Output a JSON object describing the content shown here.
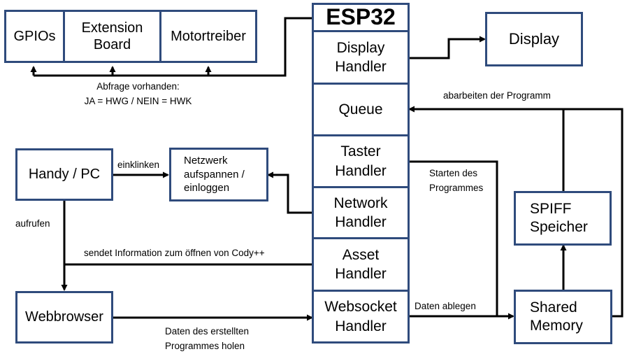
{
  "esp32": {
    "title": "ESP32",
    "components": [
      "Display\nHandler",
      "Queue",
      "Taster\nHandler",
      "Network\nHandler",
      "Asset\nHandler",
      "Websocket\nHandler"
    ]
  },
  "boxes": {
    "gpios": "GPIOs",
    "extension_board": "Extension\nBoard",
    "motortreiber": "Motortreiber",
    "display": "Display",
    "handy_pc": "Handy / PC",
    "netzwerk": "Netzwerk\naufspannen /\neinloggen",
    "webbrowser": "Webbrowser",
    "spiff": "SPIFF\nSpeicher",
    "shared_memory": "Shared\nMemory"
  },
  "labels": {
    "abfrage": "Abfrage vorhanden:\nJA = HWG / NEIN = HWK",
    "einklinken": "einklinken",
    "aufrufen": "aufrufen",
    "sendet": "sendet Information zum öffnen von Cody++",
    "daten_holen": "Daten des erstellten\nProgrammes holen",
    "daten_ablegen": "Daten ablegen",
    "starten": "Starten des\nProgrammes",
    "abarbeiten": "abarbeiten der Programm"
  },
  "colors": {
    "box_border": "#2f4b7c",
    "line": "#000000"
  }
}
